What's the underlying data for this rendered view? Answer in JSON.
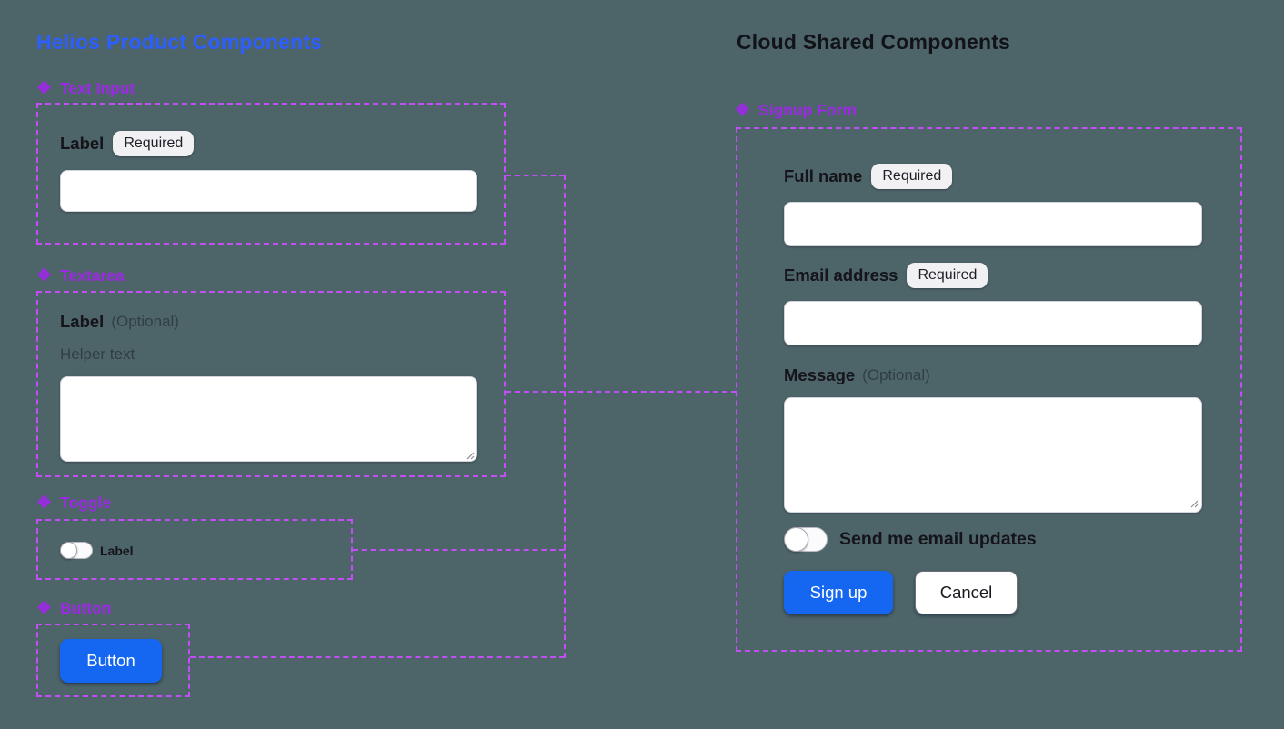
{
  "icons": {
    "component": "❖"
  },
  "colors": {
    "canvas_background": "#4D6468",
    "left_title_blue": "#2D5FFF",
    "right_title_dark": "#111318",
    "component_purple": "#9A2BE2",
    "connector_dash_purple": "#C24FF5",
    "primary_button_blue": "#1567F2"
  },
  "left": {
    "title": "Helios Product Components",
    "text_input": {
      "heading": "Text Input",
      "label": "Label",
      "badge": "Required",
      "value": ""
    },
    "textarea": {
      "heading": "Textarea",
      "label": "Label",
      "optional": "(Optional)",
      "helper": "Helper text",
      "value": ""
    },
    "toggle": {
      "heading": "Toggle",
      "label": "Label"
    },
    "button": {
      "heading": "Button",
      "label": "Button"
    }
  },
  "right": {
    "title": "Cloud Shared Components",
    "signup": {
      "heading": "Signup Form",
      "full_name": {
        "label": "Full name",
        "badge": "Required",
        "value": ""
      },
      "email": {
        "label": "Email address",
        "badge": "Required",
        "value": ""
      },
      "message": {
        "label": "Message",
        "optional": "(Optional)",
        "value": ""
      },
      "toggle_label": "Send me email updates",
      "submit_label": "Sign up",
      "cancel_label": "Cancel"
    }
  }
}
